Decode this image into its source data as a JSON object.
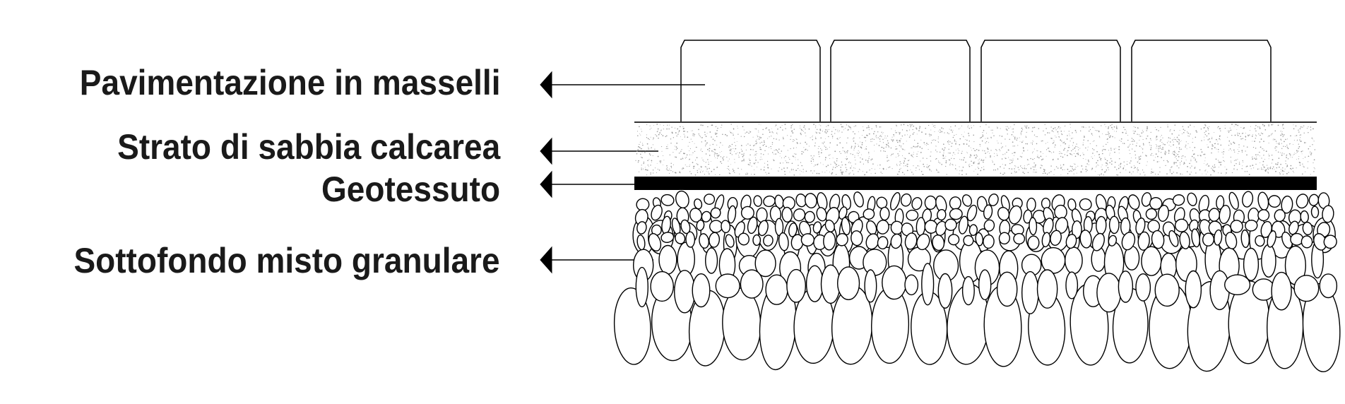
{
  "title": "Sezione stratigrafica pavimentazione",
  "layers": [
    {
      "id": "pavers",
      "label": "Pavimentazione in masselli"
    },
    {
      "id": "sand",
      "label": "Strato di sabbia calcarea"
    },
    {
      "id": "geotextile",
      "label": "Geotessuto"
    },
    {
      "id": "subbase",
      "label": "Sottofondo misto granulare"
    }
  ],
  "colors": {
    "ink": "#000000",
    "text": "#1a1a1a",
    "sand_dots": "#9a9a9a"
  }
}
